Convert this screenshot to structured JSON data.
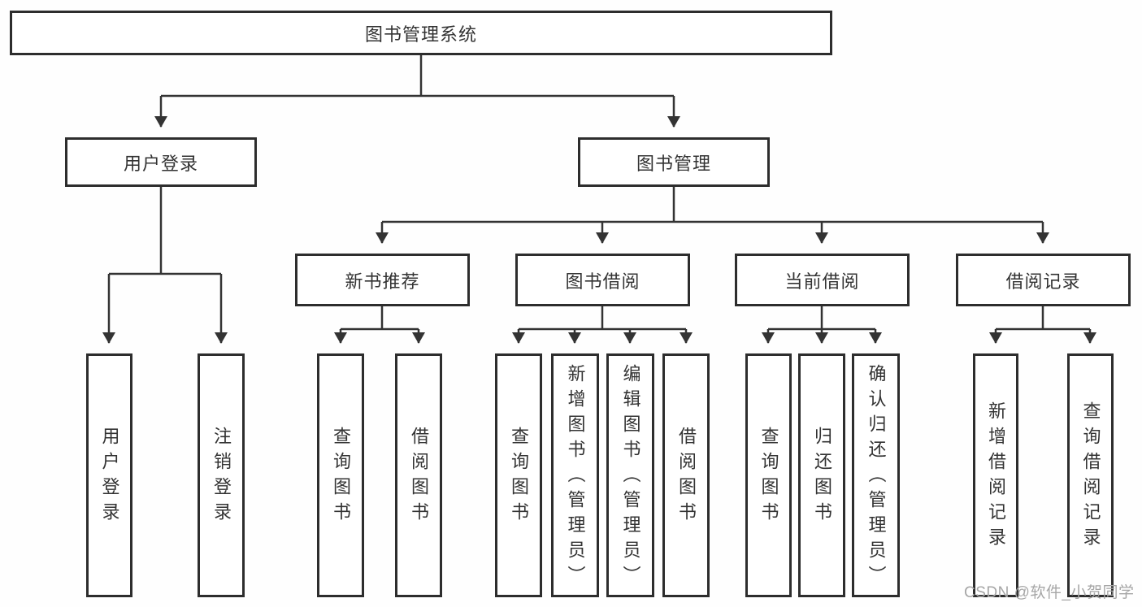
{
  "diagram": {
    "root": {
      "label": "图书管理系统"
    },
    "branches": {
      "user_login": {
        "label": "用户登录",
        "children": [
          "用户登录",
          "注销登录"
        ]
      },
      "book_management": {
        "label": "图书管理",
        "groups": [
          {
            "label": "新书推荐",
            "children": [
              "查询图书",
              "借阅图书"
            ]
          },
          {
            "label": "图书借阅",
            "children": [
              "查询图书",
              "新增图书（管理员）",
              "编辑图书（管理员）",
              "借阅图书"
            ]
          },
          {
            "label": "当前借阅",
            "children": [
              "查询图书",
              "归还图书",
              "确认归还（管理员）"
            ]
          },
          {
            "label": "借阅记录",
            "children": [
              "新增借阅记录",
              "查询借阅记录"
            ]
          }
        ]
      }
    }
  },
  "watermark": {
    "text": "CSDN @软件_小贺同学"
  },
  "colors": {
    "line": "#333333",
    "box_border": "#2d2d2d",
    "box_fill": "#ffffff",
    "text": "#333333",
    "watermark": "#a6a6a6",
    "background": "#fefefe"
  }
}
